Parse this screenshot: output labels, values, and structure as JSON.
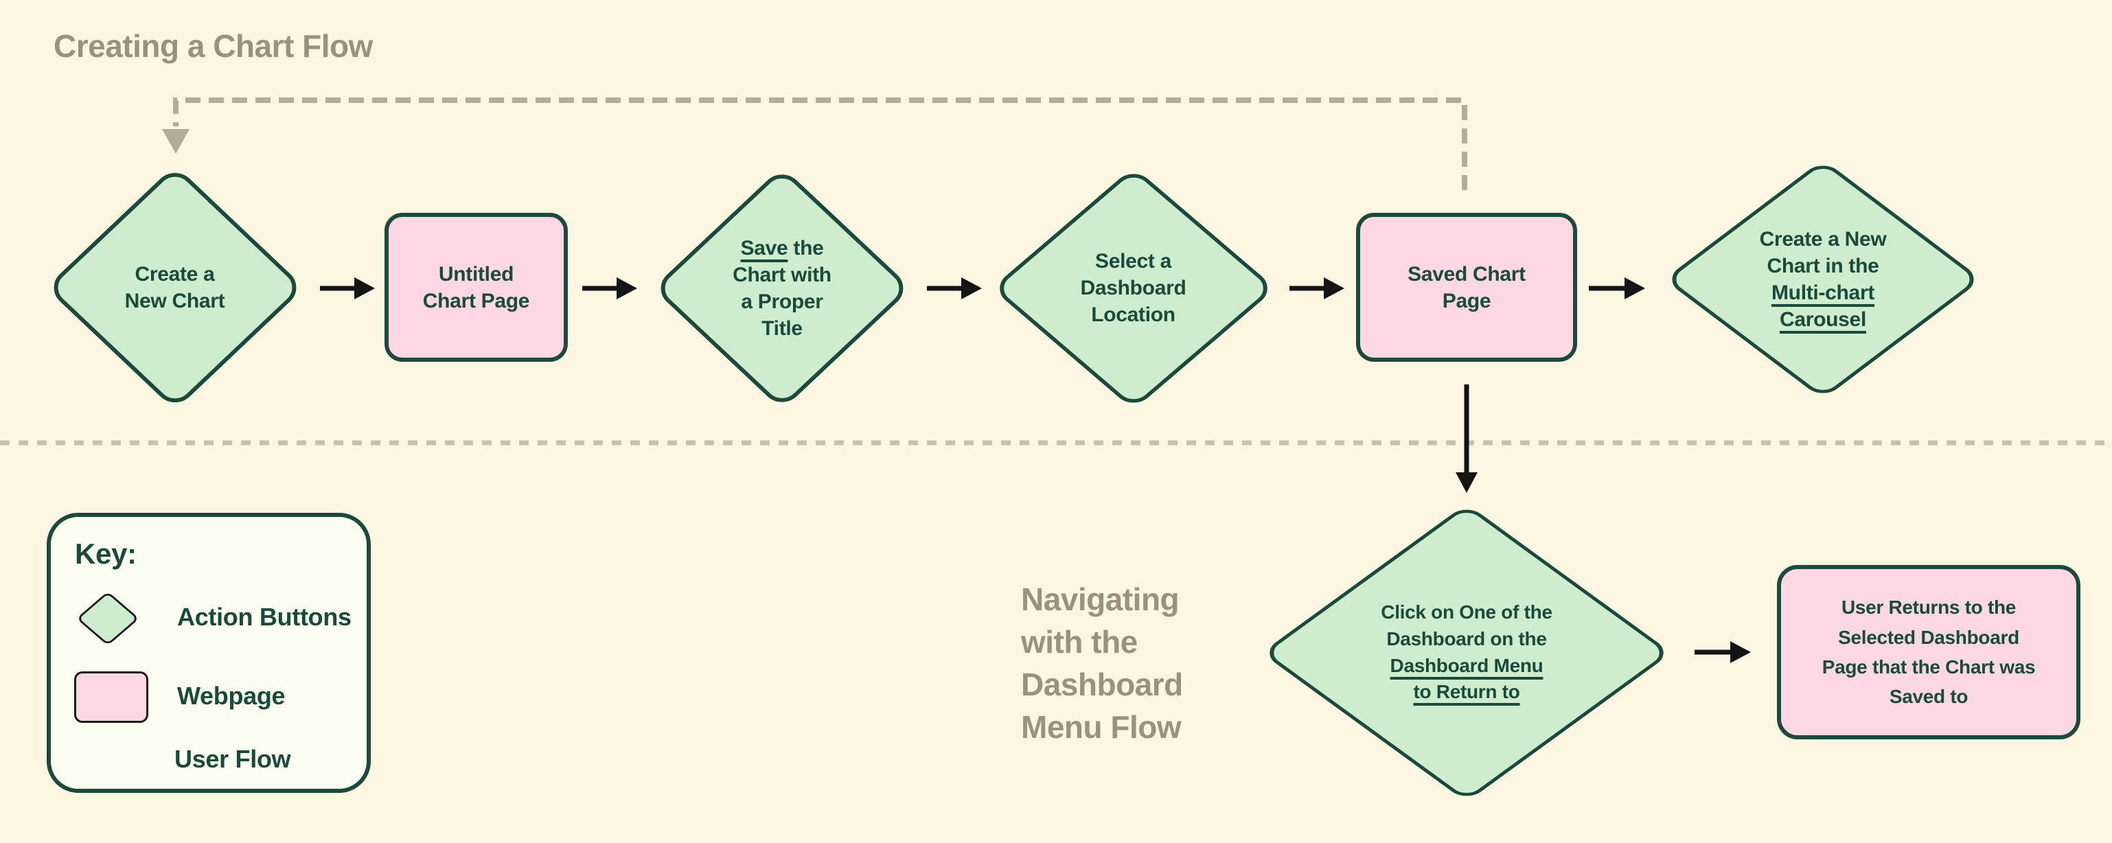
{
  "colors": {
    "background": "#fdf6e3",
    "node_green": "#cdedce",
    "node_pink": "#fbd8e4",
    "outline_green": "#1b4a3a",
    "text_green": "#1b4a3a",
    "muted_heading": "#9a9180",
    "loop_gray": "#b3ab9c",
    "divider_gray": "#c6c0b2",
    "arrow_black": "#141414",
    "legend_bg": "#fbfcf0"
  },
  "flows": {
    "creating_chart": {
      "title": "Creating a Chart Flow",
      "nodes": [
        {
          "id": "create-new-chart",
          "type": "action-button",
          "lines": [
            [
              {
                "t": "Create a"
              }
            ],
            [
              {
                "t": "New Chart"
              }
            ]
          ]
        },
        {
          "id": "untitled-chart-page",
          "type": "webpage",
          "lines": [
            [
              {
                "t": "Untitled"
              }
            ],
            [
              {
                "t": "Chart Page"
              }
            ]
          ]
        },
        {
          "id": "save-the-chart",
          "type": "action-button",
          "lines": [
            [
              {
                "t": "Save",
                "u": true
              },
              {
                "t": " the"
              }
            ],
            [
              {
                "t": "Chart with"
              }
            ],
            [
              {
                "t": "a Proper"
              }
            ],
            [
              {
                "t": "Title"
              }
            ]
          ]
        },
        {
          "id": "select-dashboard-location",
          "type": "action-button",
          "lines": [
            [
              {
                "t": "Select a"
              }
            ],
            [
              {
                "t": "Dashboard"
              }
            ],
            [
              {
                "t": "Location"
              }
            ]
          ]
        },
        {
          "id": "saved-chart-page",
          "type": "webpage",
          "lines": [
            [
              {
                "t": "Saved Chart"
              }
            ],
            [
              {
                "t": "Page"
              }
            ]
          ]
        },
        {
          "id": "create-chart-in-multichart-carousel",
          "type": "action-button",
          "lines": [
            [
              {
                "t": "Create a New"
              }
            ],
            [
              {
                "t": "Chart in the"
              }
            ],
            [
              {
                "t": "Multi-chart",
                "u": true
              }
            ],
            [
              {
                "t": "Carousel",
                "u": true
              }
            ]
          ]
        }
      ]
    },
    "dashboard_menu": {
      "title_lines": [
        [
          {
            "t": "Navigating"
          }
        ],
        [
          {
            "t": "with the"
          }
        ],
        [
          {
            "t": "Dashboard"
          }
        ],
        [
          {
            "t": "Menu Flow"
          }
        ]
      ],
      "nodes": [
        {
          "id": "click-dashboard-menu",
          "type": "action-button",
          "lines": [
            [
              {
                "t": "Click on One of the"
              }
            ],
            [
              {
                "t": "Dashboard on the"
              }
            ],
            [
              {
                "t": "Dashboard Menu",
                "u": true
              }
            ],
            [
              {
                "t": "to Return to",
                "u": true
              }
            ]
          ]
        },
        {
          "id": "user-returns-to-dashboard",
          "type": "webpage",
          "lines": [
            [
              {
                "t": "User Returns to the"
              }
            ],
            [
              {
                "t": "Selected Dashboard"
              }
            ],
            [
              {
                "t": "Page that the Chart was"
              }
            ],
            [
              {
                "t": "Saved to"
              }
            ]
          ]
        }
      ]
    }
  },
  "connections": [
    {
      "from": "create-new-chart",
      "to": "untitled-chart-page",
      "style": "solid-arrow"
    },
    {
      "from": "untitled-chart-page",
      "to": "save-the-chart",
      "style": "solid-arrow"
    },
    {
      "from": "save-the-chart",
      "to": "select-dashboard-location",
      "style": "solid-arrow"
    },
    {
      "from": "select-dashboard-location",
      "to": "saved-chart-page",
      "style": "solid-arrow"
    },
    {
      "from": "saved-chart-page",
      "to": "create-chart-in-multichart-carousel",
      "style": "solid-arrow"
    },
    {
      "from": "saved-chart-page",
      "to": "create-new-chart",
      "style": "dashed-arrow"
    },
    {
      "from": "saved-chart-page",
      "to": "click-dashboard-menu",
      "style": "solid-arrow"
    },
    {
      "from": "click-dashboard-menu",
      "to": "user-returns-to-dashboard",
      "style": "solid-arrow"
    }
  ],
  "legend": {
    "heading": "Key:",
    "items": [
      {
        "symbol": "green-diamond",
        "label": "Action Buttons"
      },
      {
        "symbol": "pink-rectangle",
        "label": "Webpage"
      },
      {
        "symbol": "arrow",
        "label": "User Flow"
      }
    ]
  }
}
